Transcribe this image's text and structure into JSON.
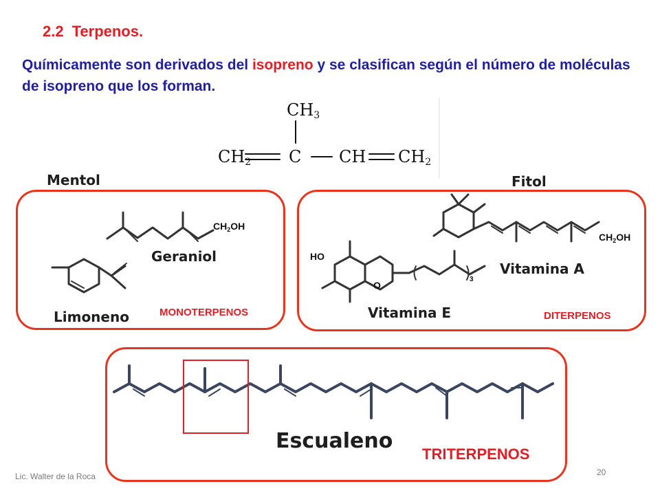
{
  "header": {
    "section_number": "2.2",
    "title": "Terpenos."
  },
  "intro": {
    "part1": "Químicamente son derivados del",
    "highlight": "isopreno",
    "part2": "y se clasifican según el número de moléculas de isopreno que los forman."
  },
  "isoprene_formula": {
    "methyl": "CH",
    "methyl_sub": "3",
    "left": "CH",
    "left_sub": "2",
    "center": "C",
    "right_inner": "CH",
    "right": "CH",
    "right_sub": "2"
  },
  "monoterpenes": {
    "title": "Mentol",
    "geraniol_label": "Geraniol",
    "limonene_label": "Limoneno",
    "category": "MONOTERPENOS",
    "ch2oh": "CH",
    "ch2oh_sub": "2",
    "ch2oh_end": "OH"
  },
  "diterpenes": {
    "title": "Fitol",
    "vitamin_a_label": "Vitamina A",
    "vitamin_e_label": "Vitamina E",
    "category": "DITERPENOS",
    "ch2oh": "CH",
    "ch2oh_sub": "2",
    "ch2oh_end": "OH",
    "ho": "HO",
    "ring_o": "O",
    "repeat_sub": "3"
  },
  "triterpenes": {
    "name": "Escualeno",
    "category": "TRITERPENOS"
  },
  "footer": {
    "author": "Lic. Walter de la Roca",
    "page_number": "20"
  },
  "colors": {
    "title_red": "#e31e24",
    "body_blue": "#1f1fa0",
    "frame_red": "#e8341c",
    "chain_blue": "#3a4560"
  }
}
